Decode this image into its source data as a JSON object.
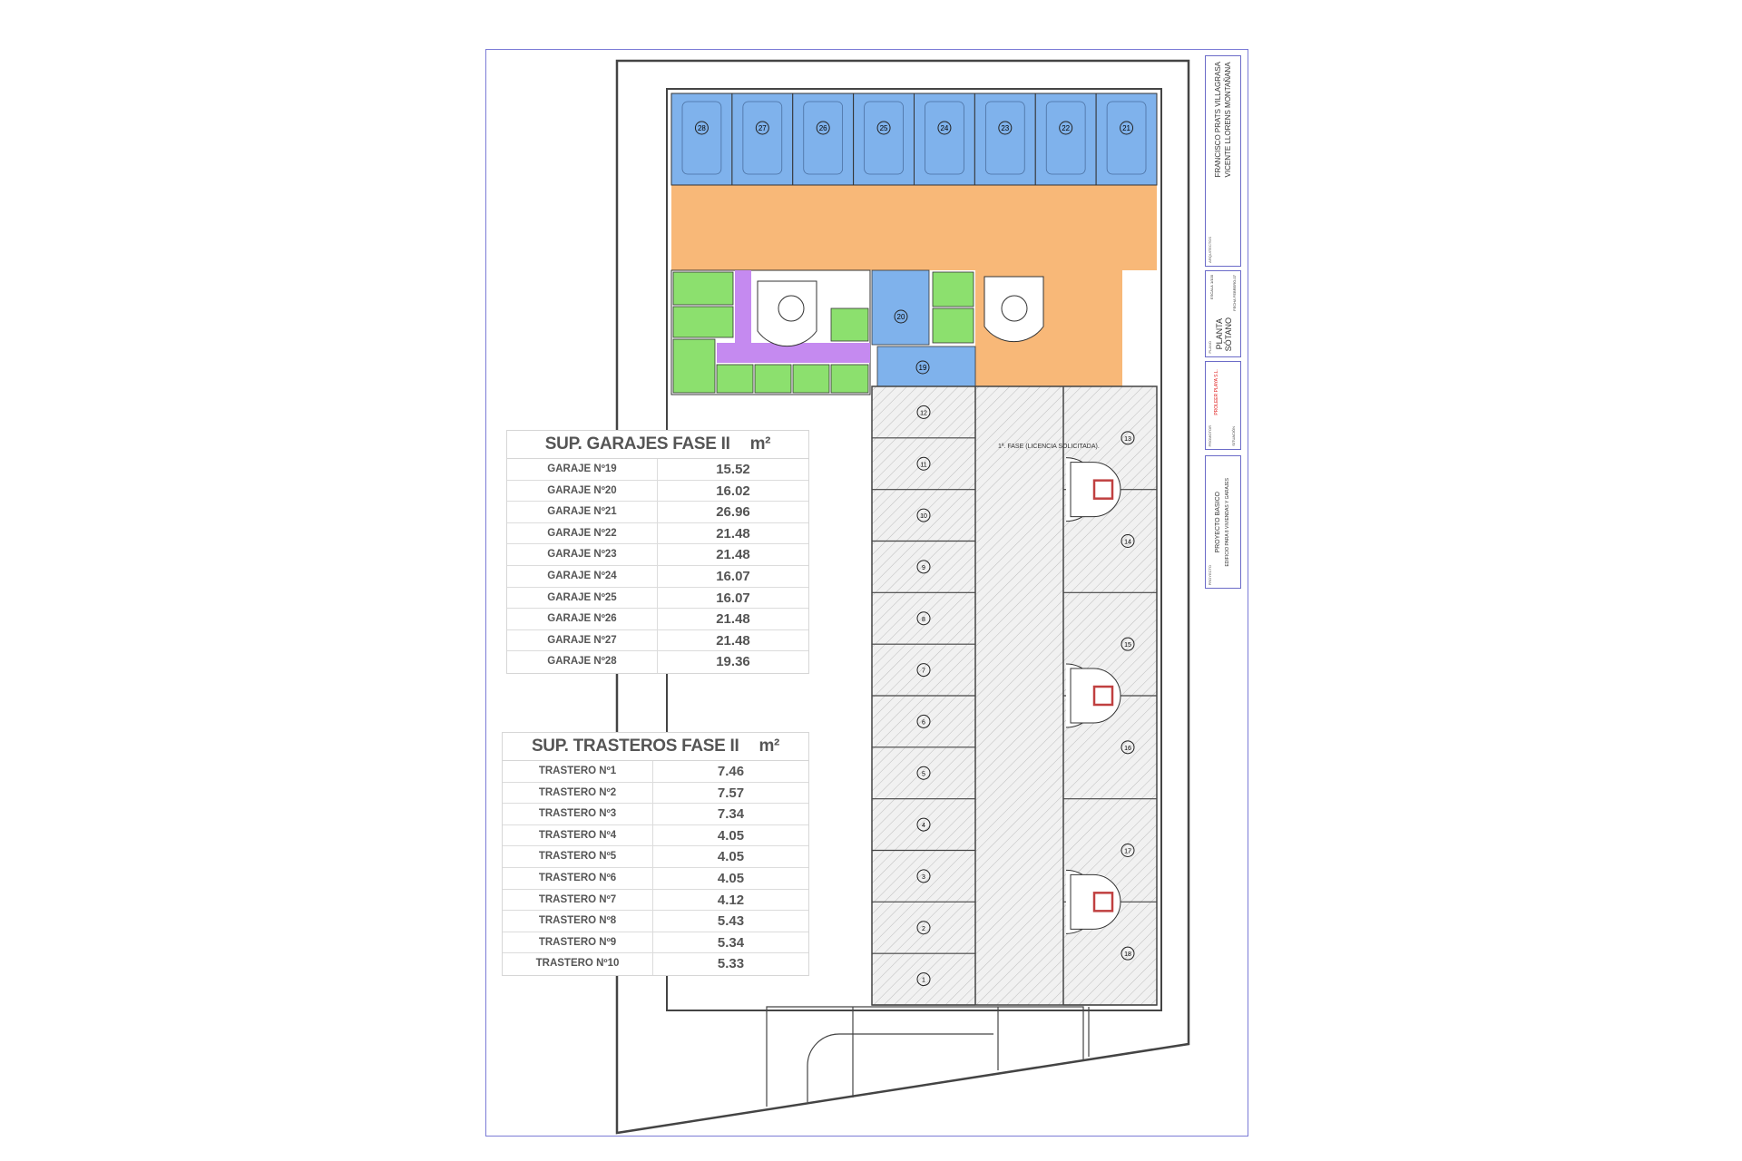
{
  "colors": {
    "garage_blue": "#7fb2ec",
    "aisle_orange": "#f8b878",
    "storage_green": "#8ce06e",
    "corridor_purple": "#c58af0",
    "frame_blue": "#7b7bd6",
    "promotor_red": "#e02020"
  },
  "plan": {
    "top_garages": [
      "28",
      "27",
      "26",
      "25",
      "24",
      "23",
      "22",
      "21"
    ],
    "middle_garages": [
      "20",
      "19"
    ],
    "left_spaces": [
      "12",
      "11",
      "10",
      "9",
      "8",
      "7",
      "6",
      "5",
      "4",
      "3",
      "2",
      "1"
    ],
    "right_spaces": [
      "13",
      "14",
      "15",
      "16",
      "17",
      "18"
    ],
    "phase_note": "1ª. FASE (LICENCIA SOLICITADA)."
  },
  "garages_table": {
    "title": "SUP. GARAJES FASE II",
    "unit": "m²",
    "rows": [
      {
        "label": "GARAJE Nº19",
        "value": "15.52"
      },
      {
        "label": "GARAJE Nº20",
        "value": "16.02"
      },
      {
        "label": "GARAJE Nº21",
        "value": "26.96"
      },
      {
        "label": "GARAJE Nº22",
        "value": "21.48"
      },
      {
        "label": "GARAJE Nº23",
        "value": "21.48"
      },
      {
        "label": "GARAJE Nº24",
        "value": "16.07"
      },
      {
        "label": "GARAJE Nº25",
        "value": "16.07"
      },
      {
        "label": "GARAJE Nº26",
        "value": "21.48"
      },
      {
        "label": "GARAJE Nº27",
        "value": "21.48"
      },
      {
        "label": "GARAJE Nº28",
        "value": "19.36"
      }
    ]
  },
  "storage_table": {
    "title": "SUP. TRASTEROS FASE II",
    "unit": "m²",
    "rows": [
      {
        "label": "TRASTERO Nº1",
        "value": "7.46"
      },
      {
        "label": "TRASTERO Nº2",
        "value": "7.57"
      },
      {
        "label": "TRASTERO Nº3",
        "value": "7.34"
      },
      {
        "label": "TRASTERO Nº4",
        "value": "4.05"
      },
      {
        "label": "TRASTERO Nº5",
        "value": "4.05"
      },
      {
        "label": "TRASTERO Nº6",
        "value": "4.05"
      },
      {
        "label": "TRASTERO Nº7",
        "value": "4.12"
      },
      {
        "label": "TRASTERO Nº8",
        "value": "5.43"
      },
      {
        "label": "TRASTERO Nº9",
        "value": "5.34"
      },
      {
        "label": "TRASTERO Nº10",
        "value": "5.33"
      }
    ]
  },
  "title_block": {
    "architects_label": "ARQUITECTOS",
    "architect_1": "FRANCISCO PRATS VILLAGRASA",
    "architect_2": "VICENTE LLORENS MONTAÑANA",
    "scale_label": "ESCALA",
    "scale": "1/100",
    "date_label": "FECHA",
    "date": "FEBRERO-07",
    "plan_label": "PLANO",
    "plan_name_1": "PLANTA",
    "plan_name_2": "SÓTANO",
    "promotor_label": "PROMOTOR",
    "promotor": "PROLEER PLAYA S.L.",
    "location_label": "SITUACIÓN",
    "project_label": "PROYECTO",
    "project_1": "PROYECTO BASICO",
    "project_2": "EDIFICIO PARA 8 VIVIENDAS Y GARAJES"
  }
}
